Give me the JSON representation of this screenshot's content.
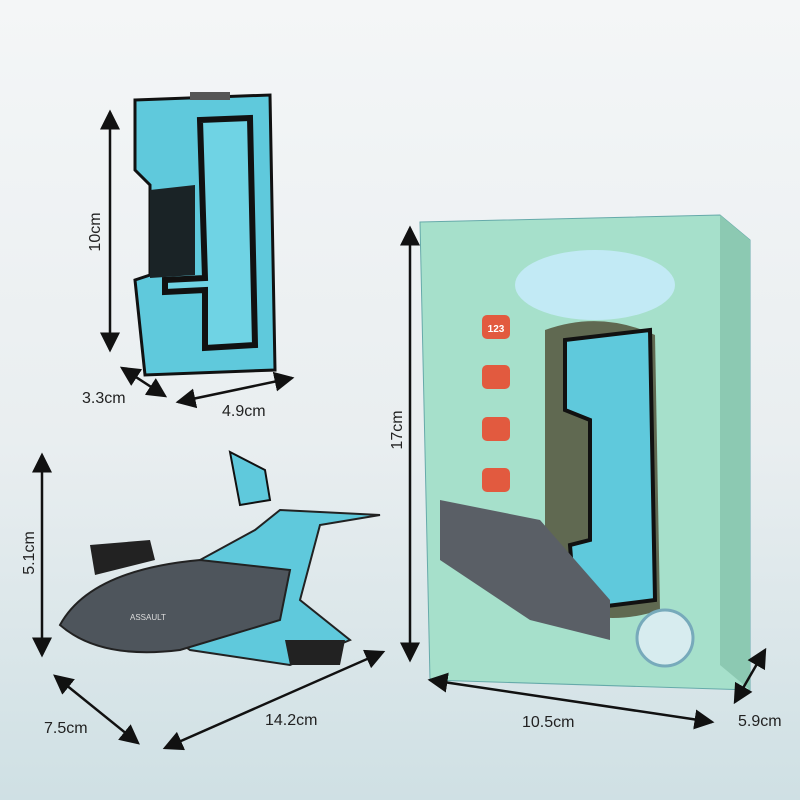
{
  "dimensions": {
    "block_height": "10cm",
    "block_depth": "3.3cm",
    "block_width": "4.9cm",
    "box_height": "17cm",
    "box_width": "10.5cm",
    "box_depth": "5.9cm",
    "jet_height": "5.1cm",
    "jet_depth": "7.5cm",
    "jet_length": "14.2cm"
  },
  "package": {
    "badge": "123",
    "jet_marking": "ASSAULT"
  },
  "colors": {
    "toy_cyan": "#5fc9dc",
    "box_mint": "#9fdcc6",
    "outline": "#111111"
  }
}
